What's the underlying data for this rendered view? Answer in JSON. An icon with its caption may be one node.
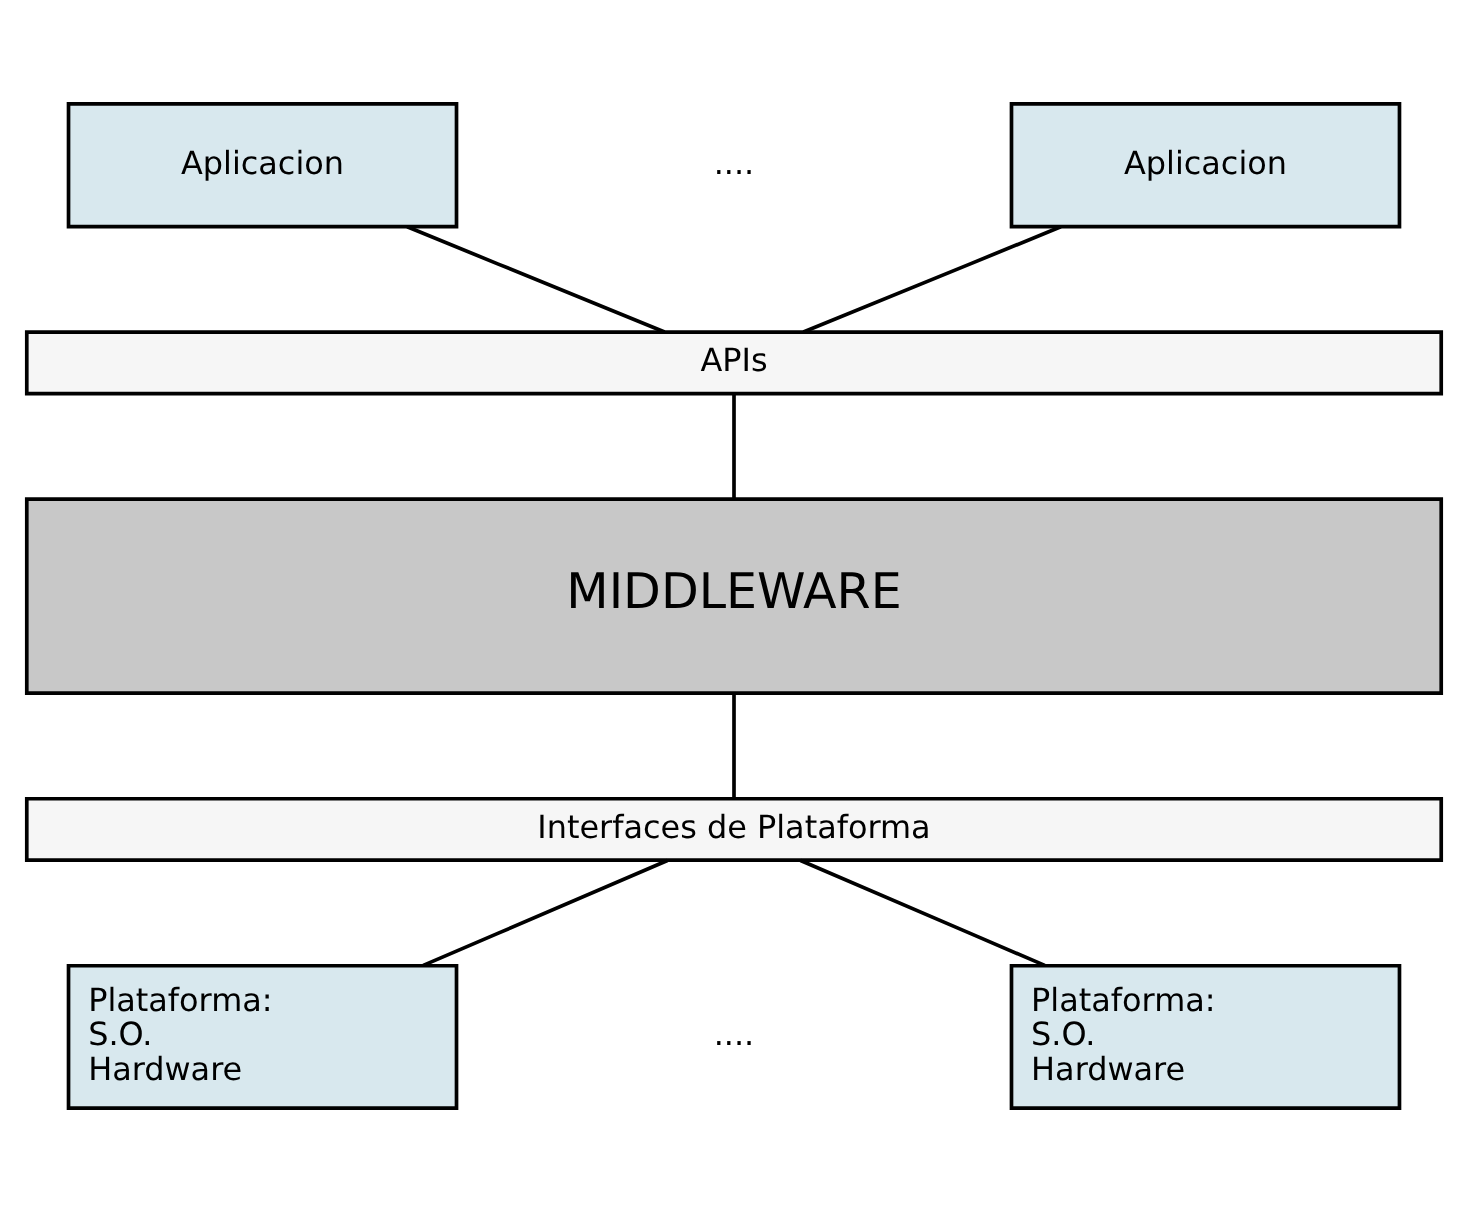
{
  "diagram": {
    "nodes": [
      {
        "text": [
          "Aplicacion"
        ]
      },
      {
        "text": [
          "Aplicacion"
        ]
      },
      {
        "text": [
          "APIs"
        ]
      },
      {
        "text": [
          "MIDDLEWARE"
        ]
      },
      {
        "text": [
          "Interfaces de Plataforma"
        ]
      },
      {
        "text": [
          "Plataforma: S.O. Hardware"
        ]
      },
      {
        "text": [
          "Plataforma: S.O. Hardware"
        ]
      }
    ],
    "edges": [
      {
        "from": 0,
        "to": 2,
        "arrow": "none"
      },
      {
        "from": 1,
        "to": 2,
        "arrow": "none"
      },
      {
        "from": 2,
        "to": 3,
        "arrow": "none"
      },
      {
        "from": 3,
        "to": 4,
        "arrow": "none"
      },
      {
        "from": 4,
        "to": 5,
        "arrow": "none"
      },
      {
        "from": 4,
        "to": 6,
        "arrow": "none"
      }
    ],
    "labels": [
      "....",
      "...."
    ]
  }
}
